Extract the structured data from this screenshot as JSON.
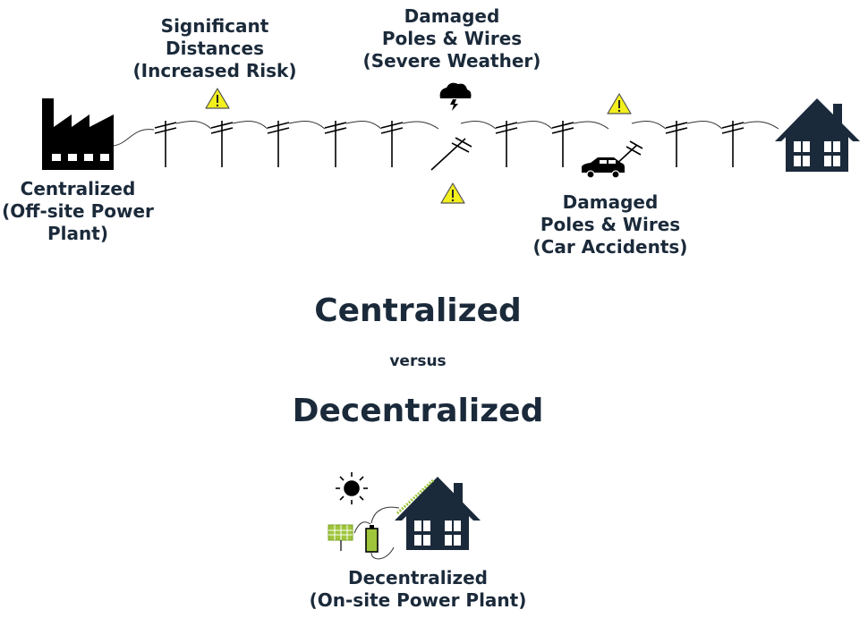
{
  "labels": {
    "significant_distances": "Significant\nDistances\n(Increased Risk)",
    "damaged_weather": "Damaged\nPoles & Wires\n(Severe Weather)",
    "damaged_car": "Damaged\nPoles & Wires\n(Car Accidents)",
    "centralized_plant": "Centralized\n(Off-site Power\nPlant)",
    "decentralized_plant": "Decentralized\n(On-site Power Plant)"
  },
  "titles": {
    "centralized": "Centralized",
    "versus": "versus",
    "decentralized": "Decentralized"
  },
  "icons": [
    "factory-icon",
    "utility-pole-icon",
    "warning-icon",
    "storm-cloud-icon",
    "car-icon",
    "house-icon",
    "sun-icon",
    "solar-panel-icon",
    "battery-icon"
  ],
  "colors": {
    "navy": "#1b2a3a",
    "warning": "#f2ef1c",
    "solar": "#9fc63b"
  }
}
